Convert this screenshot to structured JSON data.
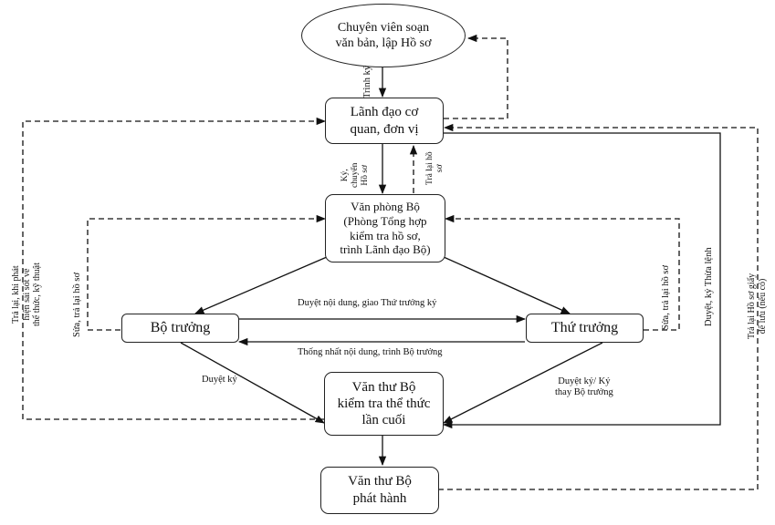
{
  "nodes": {
    "drafter": [
      "Chuyên viên soạn",
      "văn bản, lập Hồ sơ"
    ],
    "unit_leader": [
      "Lãnh đạo cơ",
      "quan, đơn vị"
    ],
    "ministry_office": [
      "Văn phòng Bộ",
      "(Phòng Tổng hợp",
      "kiểm tra hồ sơ,",
      "trình Lãnh đạo Bộ)"
    ],
    "minister": [
      "Bộ trưởng"
    ],
    "deputy_minister": [
      "Thứ trưởng"
    ],
    "final_check": [
      "Văn thư Bộ",
      "kiểm tra thể thức",
      "lần cuối"
    ],
    "issuing": [
      "Văn thư Bộ",
      "phát hành"
    ]
  },
  "edge_labels": {
    "submit_sign": "Trình ký",
    "sign_forward": [
      "Ký,",
      "chuyển",
      "Hồ sơ"
    ],
    "return_file_vertical": [
      "Trả lại hồ",
      "sơ"
    ],
    "approve_content": "Duyệt nội dung, giao Thứ trưởng ký",
    "agree_content": "Thống nhất nội dung, trình Bộ trưởng",
    "minister_approve": "Duyệt ký",
    "deputy_approve": [
      "Duyệt ký/ Ký",
      "thay Bộ trưởng"
    ],
    "fix_return_left": "Sửa, trả lại hồ sơ",
    "fix_return_right": "Sửa, trả lại hồ sơ",
    "return_errors": [
      "Trả lại, khi phát",
      "hiện sai sót về",
      "thể thức, kỹ thuật"
    ],
    "approve_sign_order": "Duyệt, ký Thừa lệnh",
    "return_paper_file": [
      "Trả lại Hồ sơ giấy",
      "để lưu (nếu có)"
    ]
  }
}
